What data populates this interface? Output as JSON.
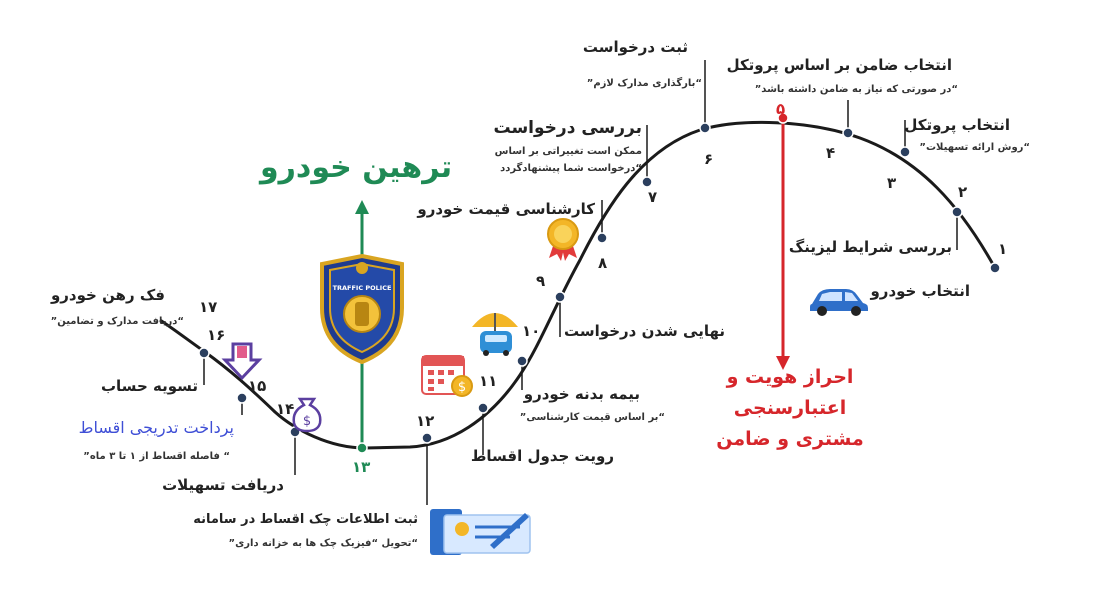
{
  "title": "ترهین خودرو",
  "center_note": [
    "احراز هویت و",
    "اعتبارسنجی",
    "مشتری و ضامن"
  ],
  "steps": [
    {
      "n": "1",
      "title": "انتخاب خودرو",
      "note": ""
    },
    {
      "n": "2",
      "title": "بررسی شرایط لیزینگ",
      "note": ""
    },
    {
      "n": "3",
      "title": "انتخاب پروتکل",
      "note": "“روش ارائه تسهیلات”"
    },
    {
      "n": "4",
      "title": "انتخاب ضامن بر اساس پروتکل",
      "note": "“در صورتی که نیاز به ضامن داشته باشد”"
    },
    {
      "n": "5",
      "title": "",
      "note": ""
    },
    {
      "n": "6",
      "title": "ثبت درخواست",
      "note": "“بارگذاری مدارک لازم”"
    },
    {
      "n": "7",
      "title": "بررسی درخواست",
      "note": "ممکن است تغییراتی بر اساس",
      "note2": "“درخواست شما پیشنهادگردد"
    },
    {
      "n": "8",
      "title": "کارشناسی قیمت خودرو",
      "note": ""
    },
    {
      "n": "9",
      "title": "نهایی شدن درخواست",
      "note": ""
    },
    {
      "n": "10",
      "title": "بیمه بدنه خودرو",
      "note": "“بر اساس قیمت کارشناسی”"
    },
    {
      "n": "11",
      "title": "رویت جدول اقساط",
      "note": ""
    },
    {
      "n": "12",
      "title": "ثبت اطلاعات چک اقساط در سامانه",
      "note": "“تحویل “فیزیک چک ها به خزانه داری”"
    },
    {
      "n": "13",
      "title": "",
      "note": ""
    },
    {
      "n": "14",
      "title": "دریافت تسهیلات",
      "note": ""
    },
    {
      "n": "15",
      "title": "پرداخت تدریجی اقساط",
      "note": "“ فاصله اقساط از ۱ تا ۳ ماه”"
    },
    {
      "n": "16",
      "title": "تسویه حساب",
      "note": ""
    },
    {
      "n": "17",
      "title": "فک رهن خودرو",
      "note": "“دریافت مدارک و تضامین”"
    }
  ],
  "labels_num": [
    "۱",
    "۲",
    "۳",
    "۴",
    "۵",
    "۶",
    "۷",
    "۸",
    "۹",
    "۱۰",
    "۱۱",
    "۱۲",
    "۱۳",
    "۱۴",
    "۱۵",
    "۱۶",
    "۱۷"
  ],
  "police_badge_text": "TRAFFIC POLICE",
  "colors": {
    "green": "#1f8a55",
    "red": "#d6262b",
    "dot": "#2b3f5e",
    "line": "#1b1b1b",
    "blue": "#3f4fd6"
  }
}
